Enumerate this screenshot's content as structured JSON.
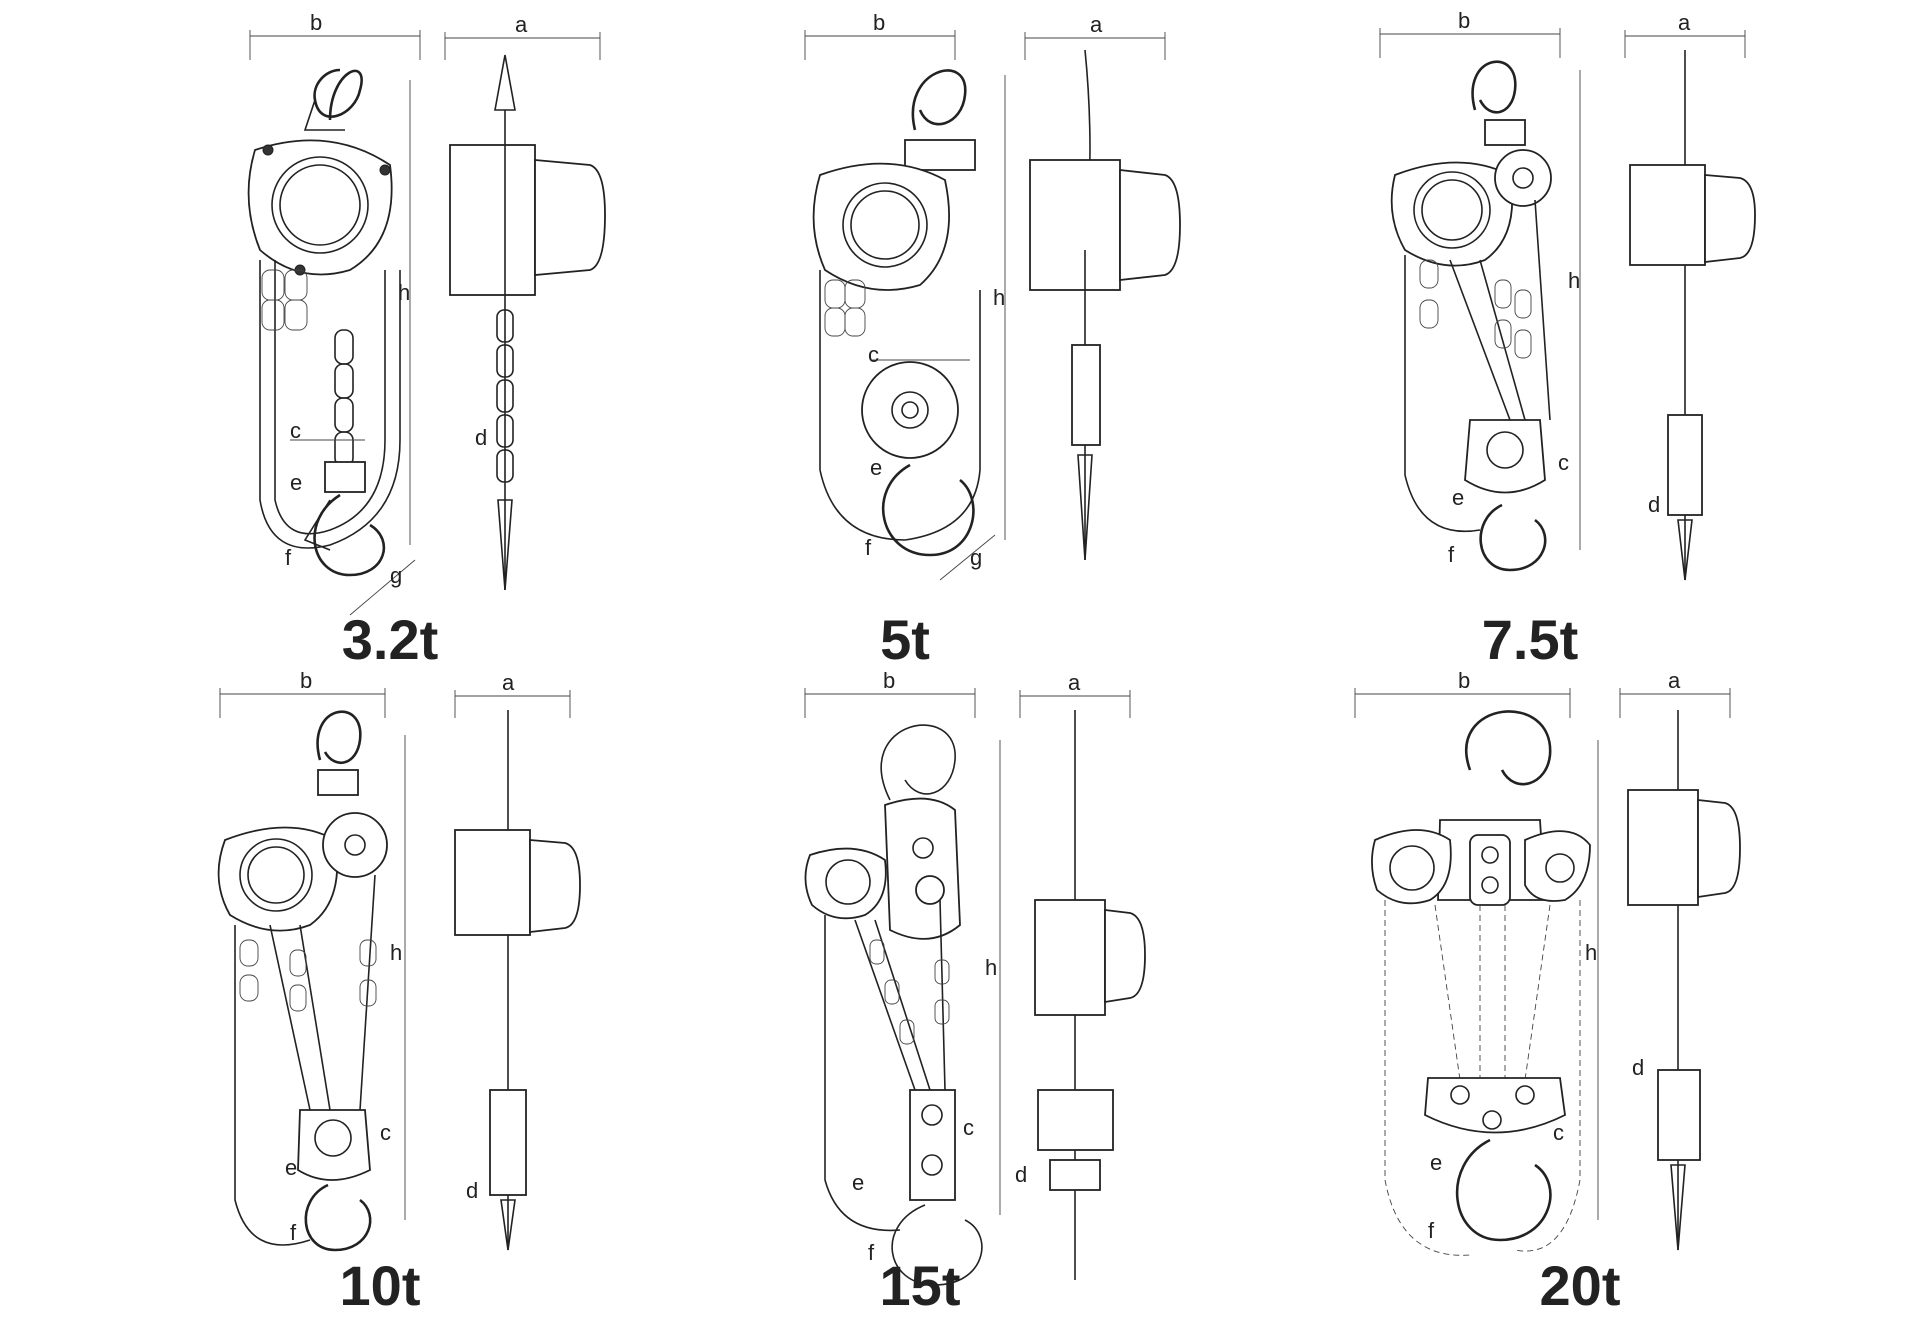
{
  "hoists": [
    {
      "capacity": "3.2t",
      "labels": {
        "a": "a",
        "b": "b",
        "c": "c",
        "d": "d",
        "e": "e",
        "f": "f",
        "g": "g",
        "h": "h"
      }
    },
    {
      "capacity": "5t",
      "labels": {
        "a": "a",
        "b": "b",
        "c": "c",
        "e": "e",
        "f": "f",
        "g": "g",
        "h": "h"
      }
    },
    {
      "capacity": "7.5t",
      "labels": {
        "a": "a",
        "b": "b",
        "c": "c",
        "d": "d",
        "e": "e",
        "f": "f",
        "h": "h"
      }
    },
    {
      "capacity": "10t",
      "labels": {
        "a": "a",
        "b": "b",
        "c": "c",
        "d": "d",
        "e": "e",
        "f": "f",
        "h": "h"
      }
    },
    {
      "capacity": "15t",
      "labels": {
        "a": "a",
        "b": "b",
        "c": "c",
        "d": "d",
        "e": "e",
        "f": "f",
        "h": "h"
      }
    },
    {
      "capacity": "20t",
      "labels": {
        "a": "a",
        "b": "b",
        "c": "c",
        "d": "d",
        "e": "e",
        "f": "f",
        "h": "h"
      }
    }
  ]
}
